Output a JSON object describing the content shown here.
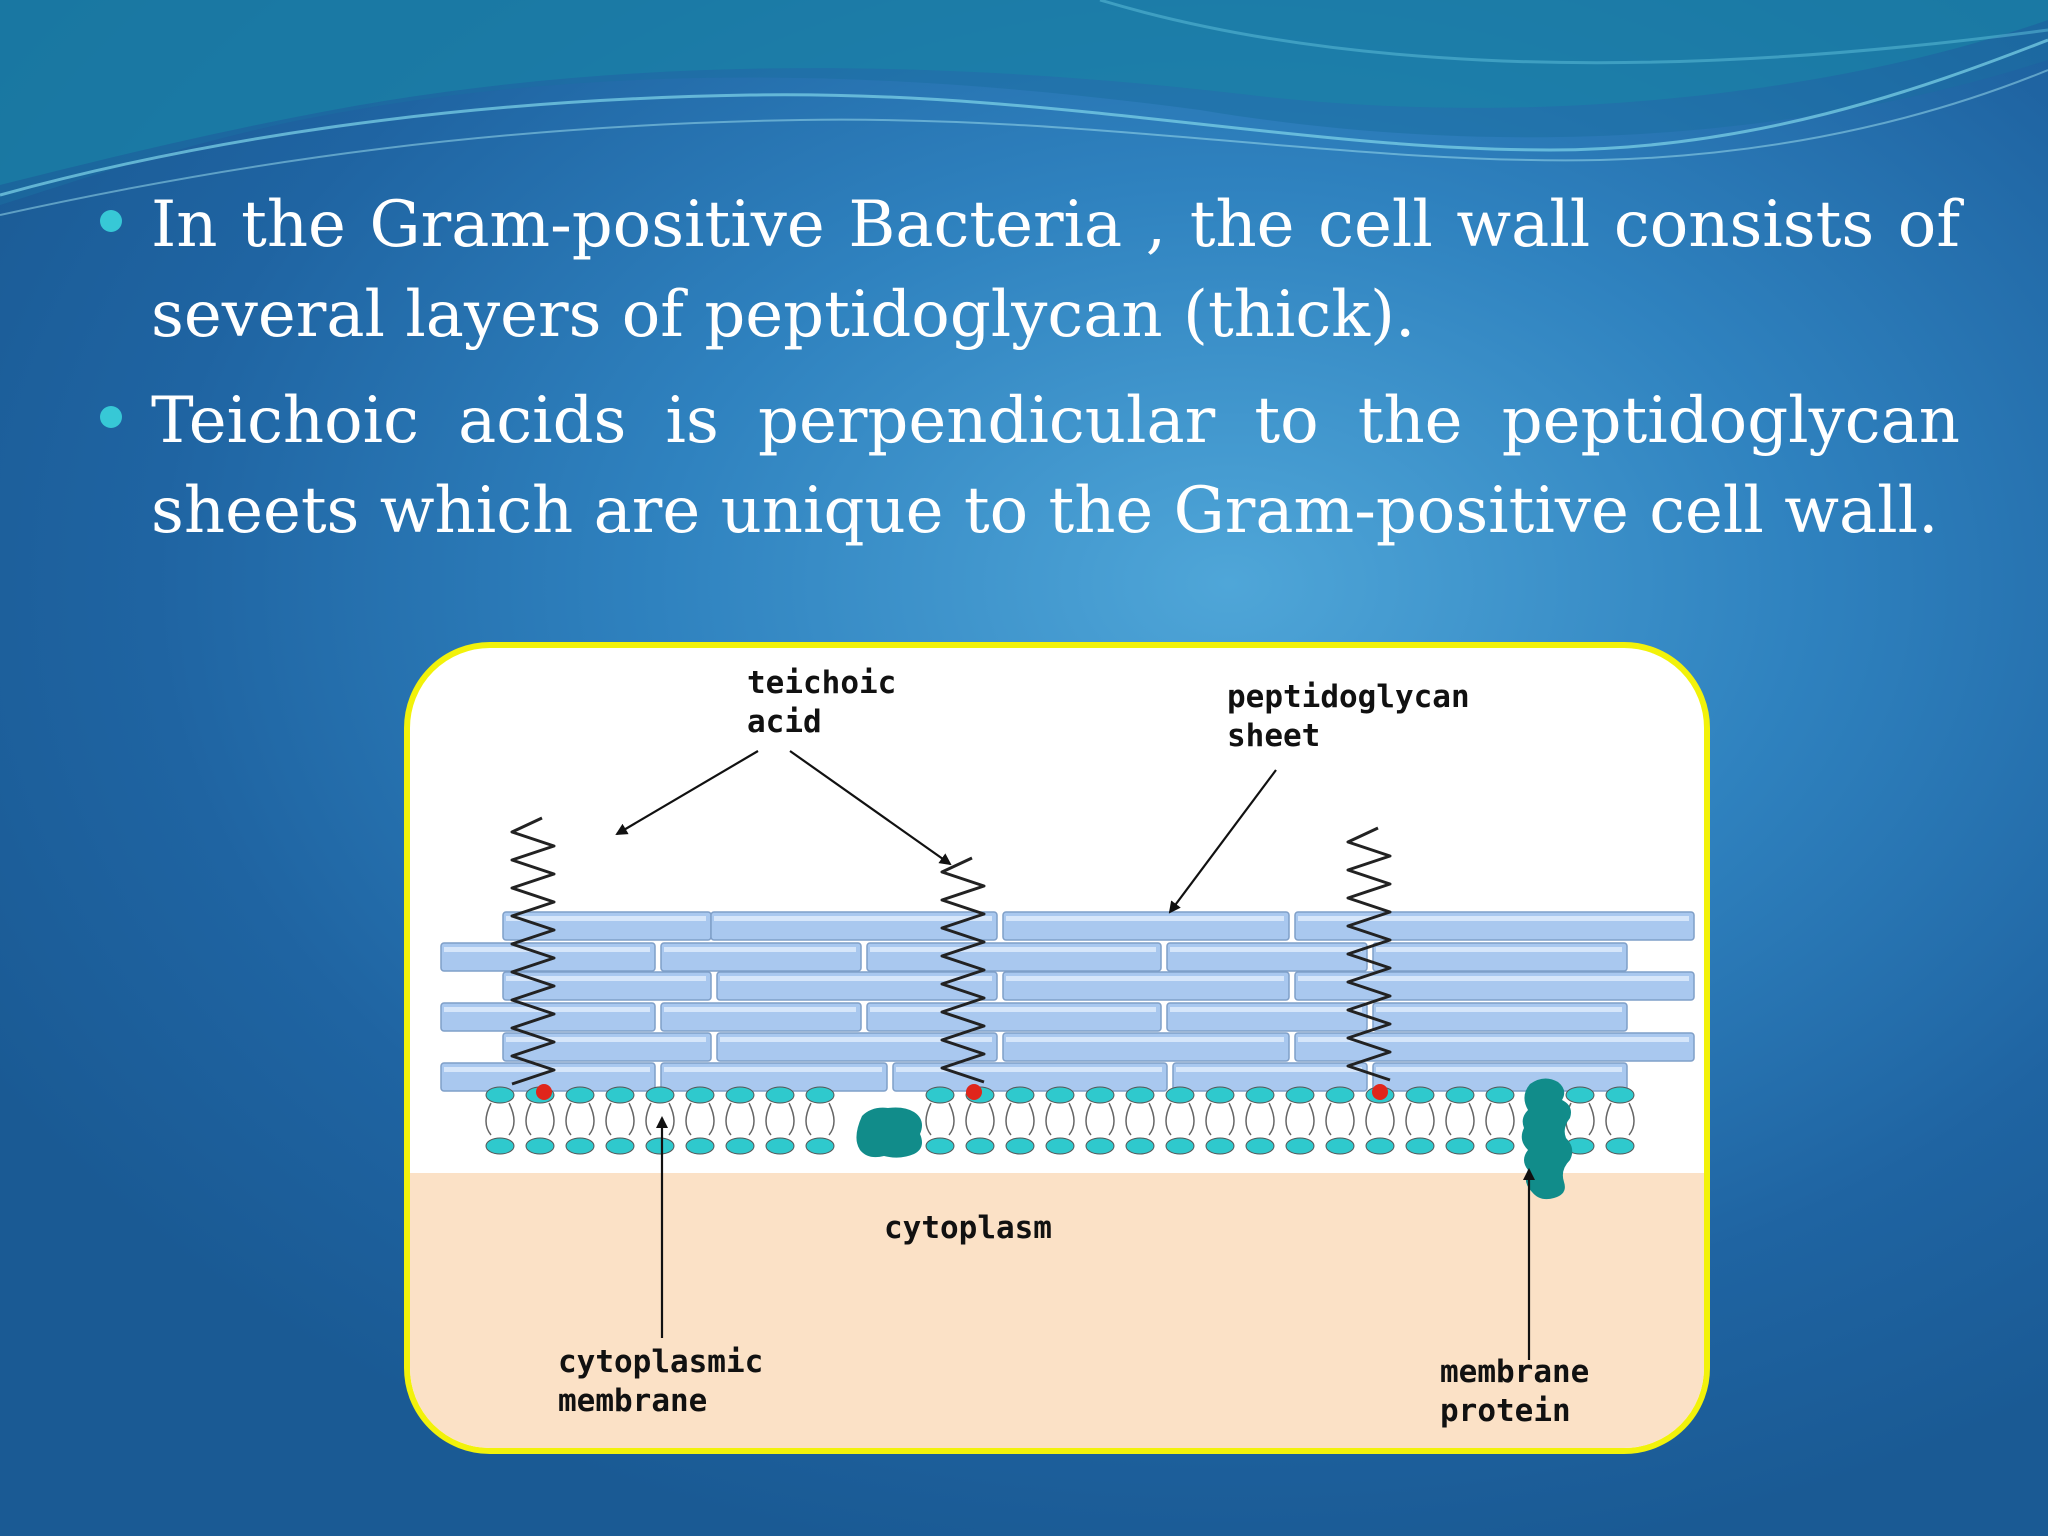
{
  "bullets": [
    "In the Gram-positive Bacteria , the cell wall consists of several layers of peptidoglycan (thick).",
    "Teichoic acids  is perpendicular to the peptidoglycan sheets which are unique to the Gram-positive cell wall."
  ],
  "diagram": {
    "labels": {
      "teichoic_1": "teichoic",
      "teichoic_2": "acid",
      "pg_1": "peptidoglycan",
      "pg_2": "sheet",
      "cytoplasm": "cytoplasm",
      "cm_1": "cytoplasmic",
      "cm_2": "membrane",
      "mp_1": "membrane",
      "mp_2": "protein"
    },
    "colors": {
      "frame_border": "#f2f20a",
      "cytoplasm": "#fbe1c6",
      "peptidoglycan": "#a9c8ef",
      "phospholipid_head": "#2fc9cd",
      "protein": "#118c8a",
      "teichoic_anchor": "#e0261b"
    }
  }
}
